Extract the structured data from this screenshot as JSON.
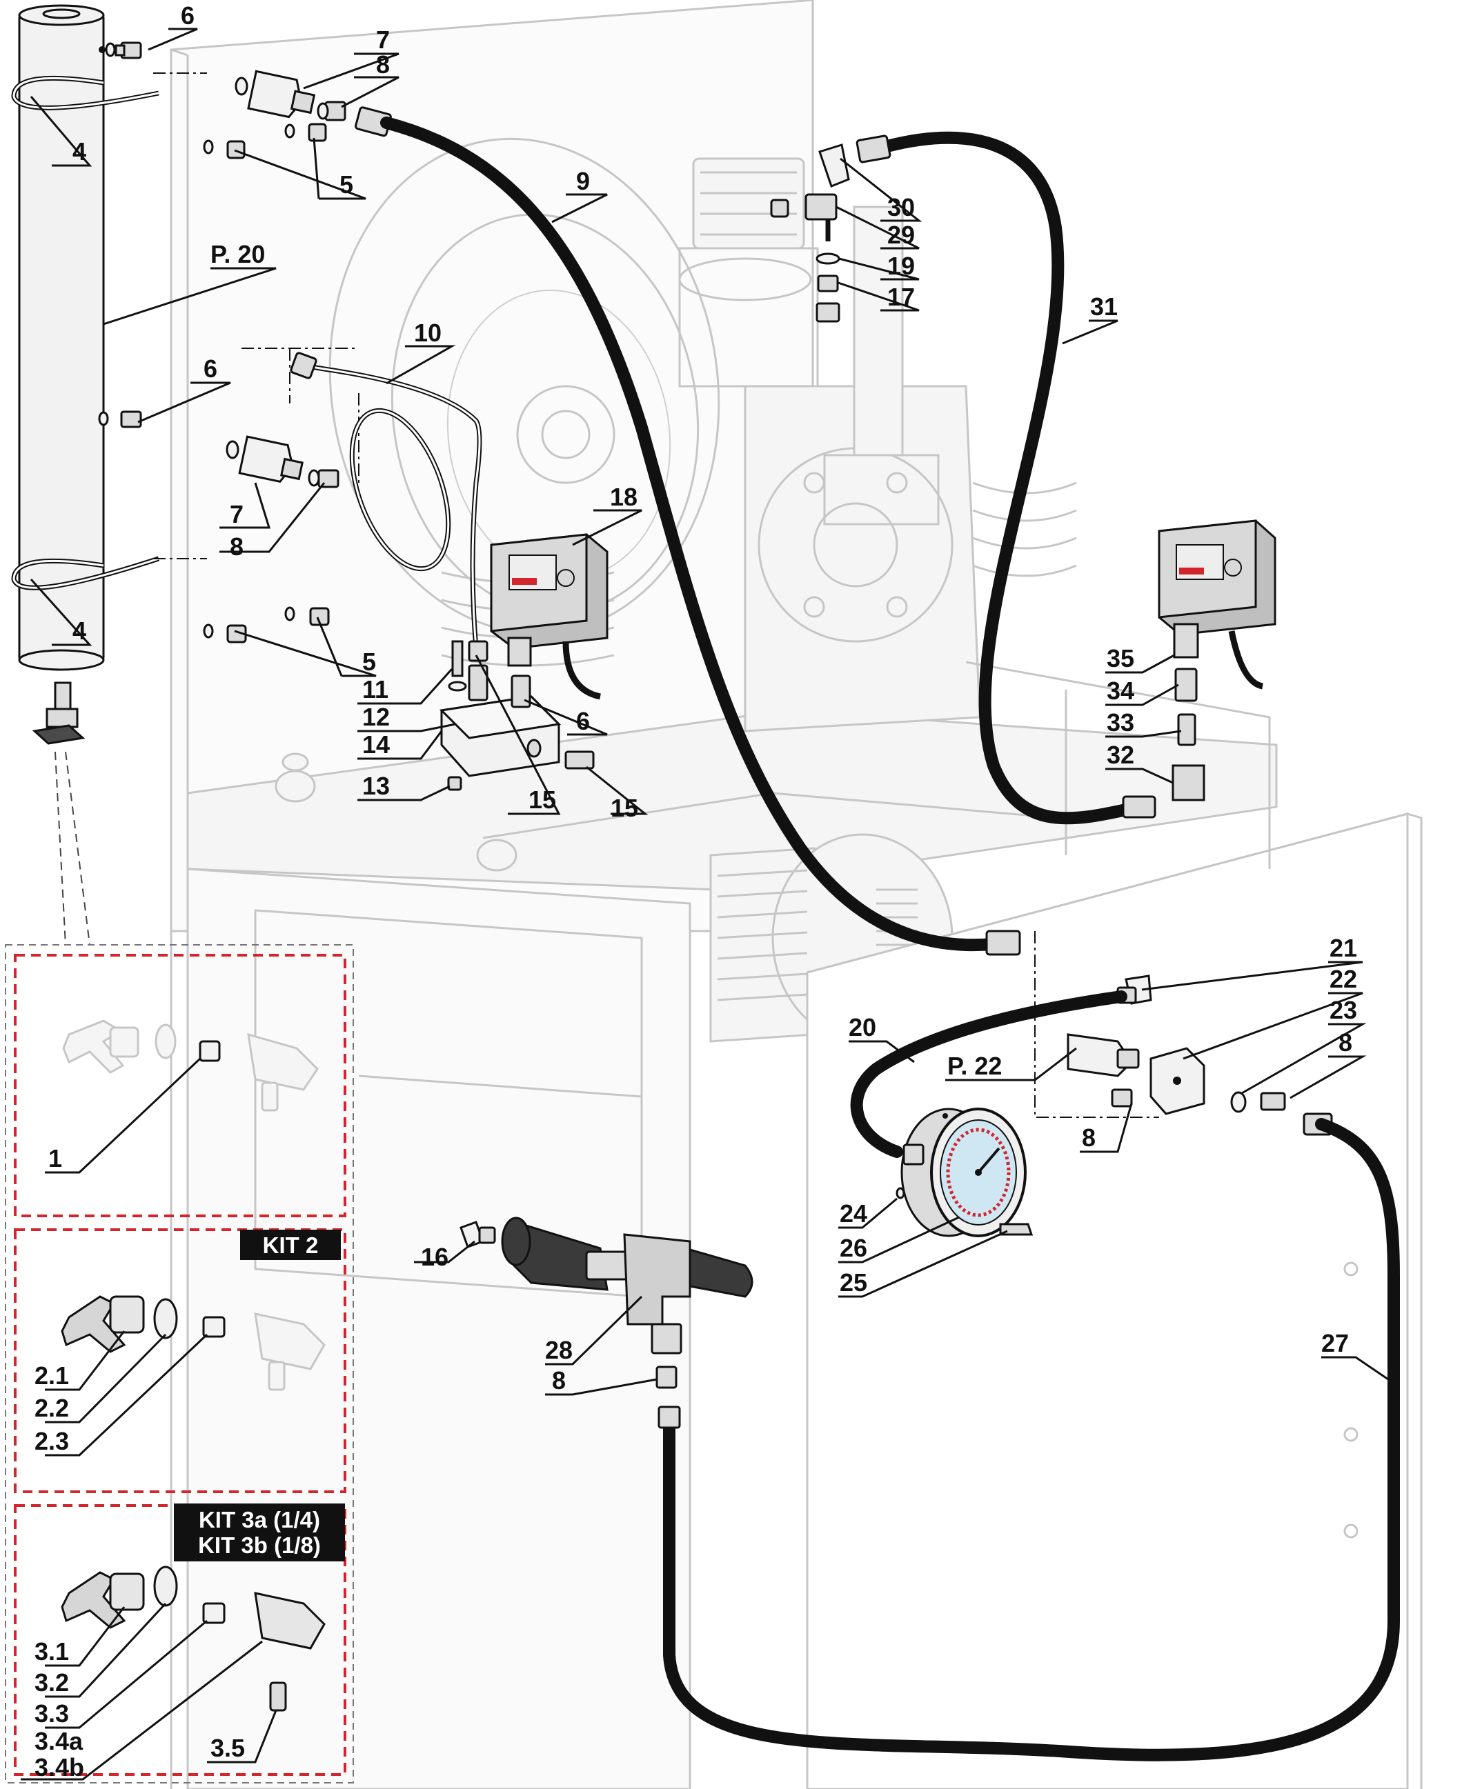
{
  "title": "Compressor piping and pressure gauge exploded view",
  "callouts": {
    "c1": "1",
    "c2_1": "2.1",
    "c2_2": "2.2",
    "c2_3": "2.3",
    "c3_1": "3.1",
    "c3_2": "3.2",
    "c3_3": "3.3",
    "c3_4a": "3.4a",
    "c3_4b": "3.4b",
    "c3_5": "3.5",
    "c4": "4",
    "c5": "5",
    "c6": "6",
    "c7": "7",
    "c8": "8",
    "c9": "9",
    "c10": "10",
    "c11": "11",
    "c12": "12",
    "c13": "13",
    "c14": "14",
    "c15": "15",
    "c16": "16",
    "c17": "17",
    "c18": "18",
    "c19": "19",
    "c20": "20",
    "c21": "21",
    "c22": "22",
    "c23": "23",
    "c24": "24",
    "c25": "25",
    "c26": "26",
    "c27": "27",
    "c28": "28",
    "c29": "29",
    "c30": "30",
    "c31": "31",
    "c32": "32",
    "c33": "33",
    "c34": "34",
    "c35": "35",
    "p20": "P. 20",
    "p22": "P. 22"
  },
  "kits": {
    "kit2": "KIT 2",
    "kit3a": "KIT 3a (1/4)",
    "kit3b": "KIT 3b (1/8)"
  },
  "colors": {
    "kit_border": "#d2262c",
    "ghost_lines": "#c6c6c6",
    "ink": "#111111",
    "gauge_scale": "#d2262c",
    "gauge_face": "#cfe6f3"
  }
}
